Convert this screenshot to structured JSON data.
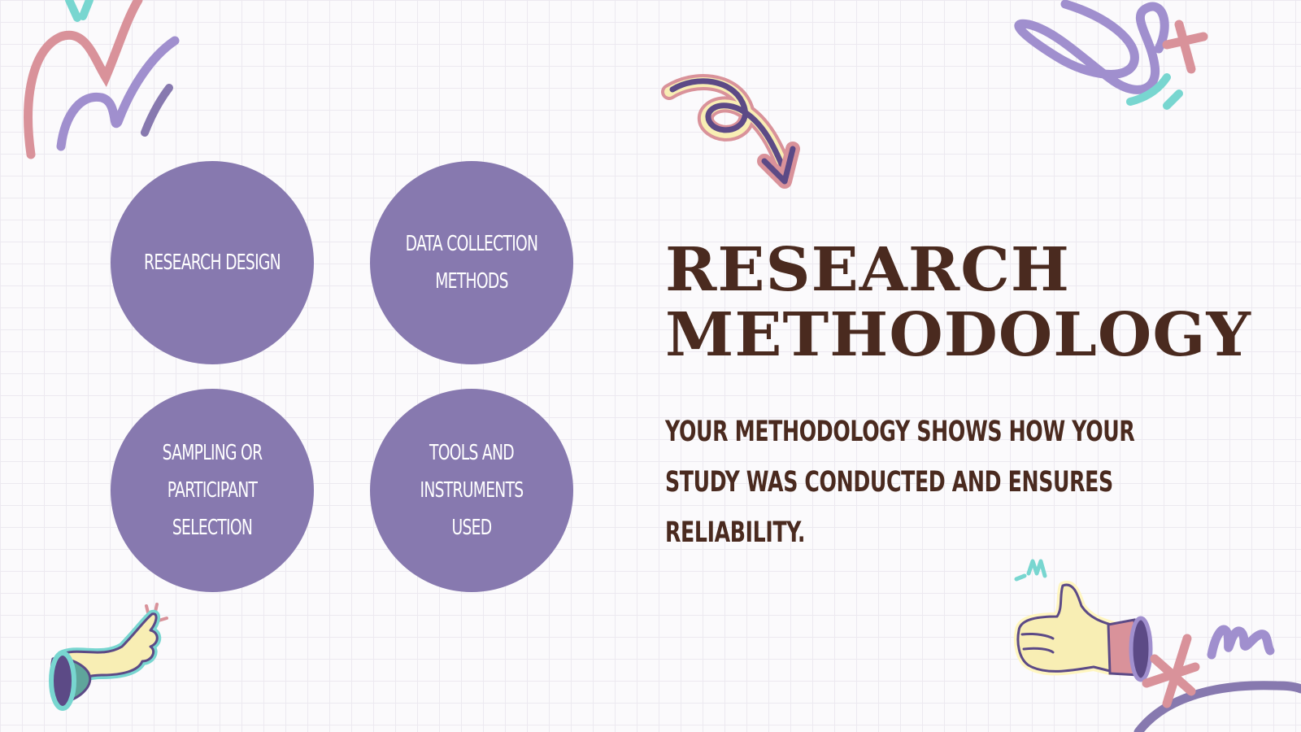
{
  "slide": {
    "title_line1": "RESEARCH",
    "title_line2": "METHODOLOGY",
    "subtitle": "YOUR METHODOLOGY SHOWS HOW YOUR STUDY WAS CONDUCTED AND ENSURES RELIABILITY.",
    "circles": [
      {
        "line1": "RESEARCH DESIGN"
      },
      {
        "line1": "DATA COLLECTION",
        "line2": "METHODS"
      },
      {
        "line1": "SAMPLING OR",
        "line2": "PARTICIPANT",
        "line3": "SELECTION"
      },
      {
        "line1": "TOOLS AND",
        "line2": "INSTRUMENTS USED"
      }
    ]
  },
  "colors": {
    "background": "#fbfafc",
    "grid": "#ece9f0",
    "circle": "#8779af",
    "text_dark": "#4a2a1f",
    "accent_pink": "#d9929a",
    "accent_purple": "#a08fce",
    "accent_teal": "#78d6d0",
    "accent_yellow": "#f8eeb4"
  },
  "icons": [
    "scribble-top-left-icon",
    "scribble-top-right-icon",
    "curly-arrow-icon",
    "pointing-hand-icon",
    "thumbs-up-hand-icon",
    "scribble-bottom-right-icon"
  ]
}
